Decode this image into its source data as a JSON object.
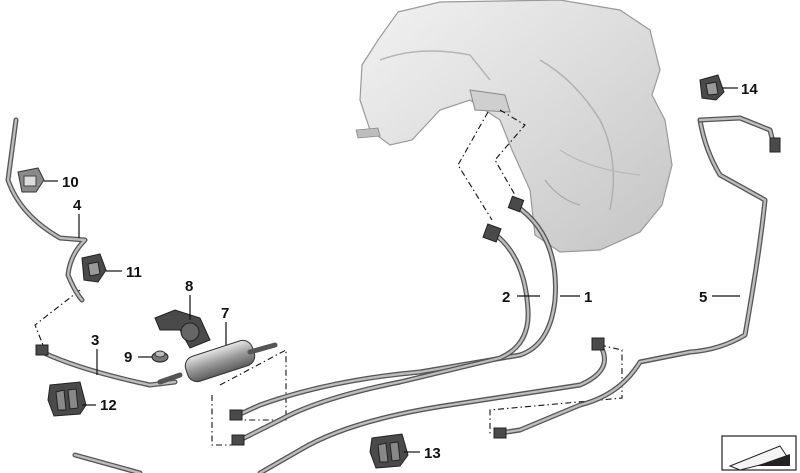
{
  "callouts": {
    "c1": "1",
    "c2": "2",
    "c3": "3",
    "c4": "4",
    "c5": "5",
    "c7": "7",
    "c8": "8",
    "c9": "9",
    "c10": "10",
    "c11": "11",
    "c12": "12",
    "c13": "13",
    "c14": "14"
  },
  "icons": {
    "corner_symbol": "wedge-arrow-icon"
  }
}
